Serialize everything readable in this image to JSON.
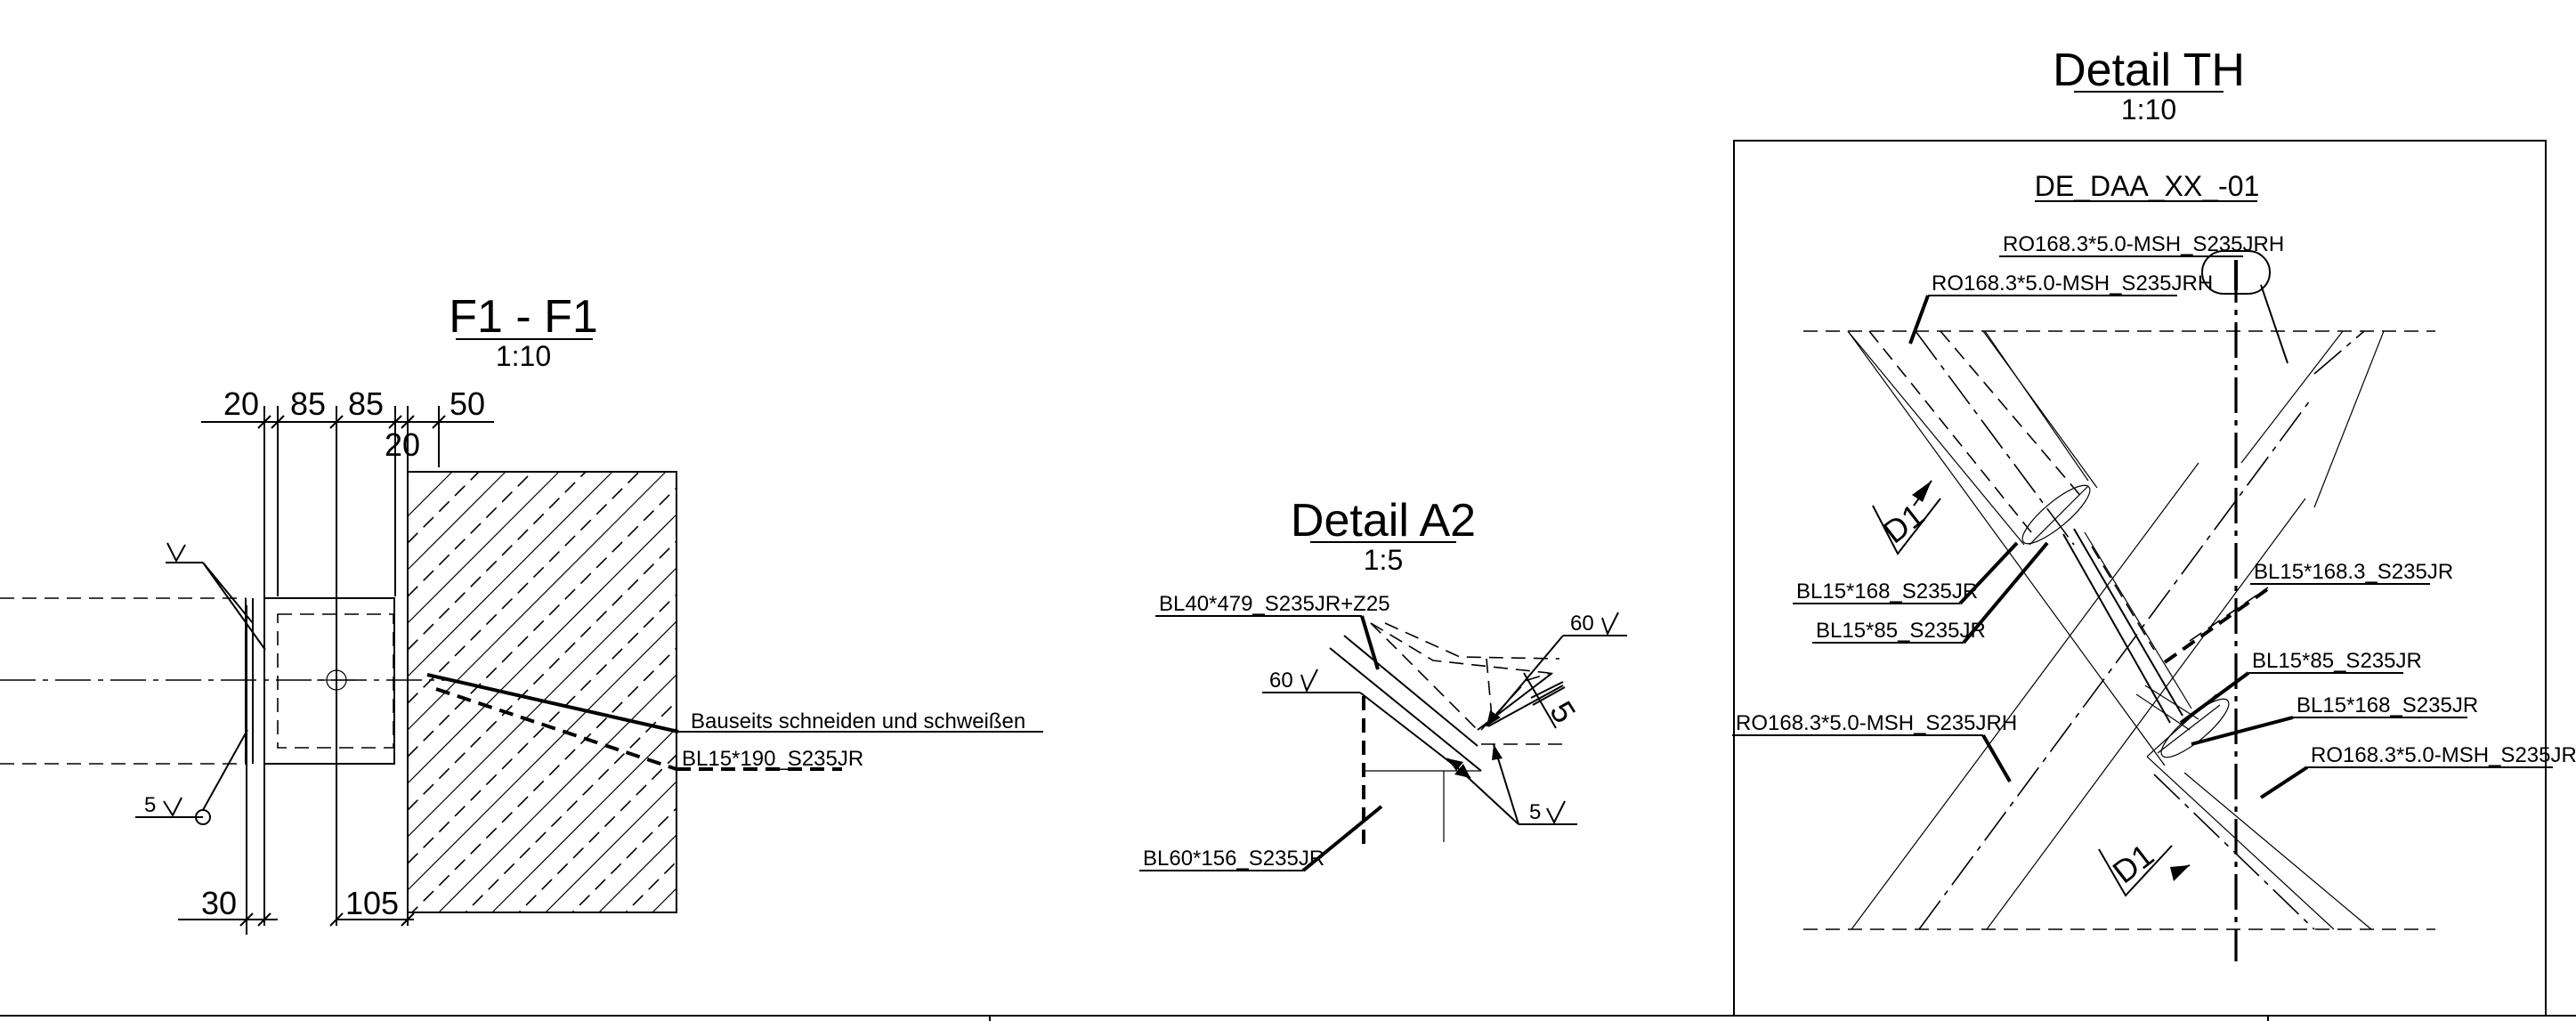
{
  "views": {
    "f1": {
      "title": "F1 - F1",
      "scale": "1:10",
      "dims": {
        "d20a": "20",
        "d85a": "85",
        "d85b": "85",
        "d50": "50",
        "d20b": "20",
        "d30": "30",
        "d105": "105"
      },
      "weld_label": "5",
      "note": "Bauseits schneiden und schweißen",
      "part_label": "BL15*190_S235JR"
    },
    "a2": {
      "title": "Detail A2",
      "scale": "1:5",
      "labels": {
        "top_plate": "BL40*479_S235JR+Z25",
        "bottom_plate": "BL60*156_S235JR"
      },
      "welds": {
        "w60_left": "60",
        "w60_right": "60",
        "w5_lower": "5",
        "dim5": "5"
      }
    },
    "th": {
      "title": "Detail TH",
      "scale": "1:10",
      "drawing_id": "DE_DAA_XX_-01",
      "labels": {
        "pipe_top1": "RO168.3*5.0-MSH_S235JRH",
        "pipe_top2": "RO168.3*5.0-MSH_S235JRH",
        "plate_168_left": "BL15*168_S235JR",
        "plate_85_left": "BL15*85_S235JR",
        "plate_168_3": "BL15*168.3_S235JR",
        "plate_85_right": "BL15*85_S235JR",
        "plate_168_right": "BL15*168_S235JR",
        "pipe_left": "RO168.3*5.0-MSH_S235JRH",
        "pipe_right": "RO168.3*5.0-MSH_S235JRH"
      },
      "section_marks": {
        "upper": "D1",
        "lower": "D1"
      }
    }
  }
}
